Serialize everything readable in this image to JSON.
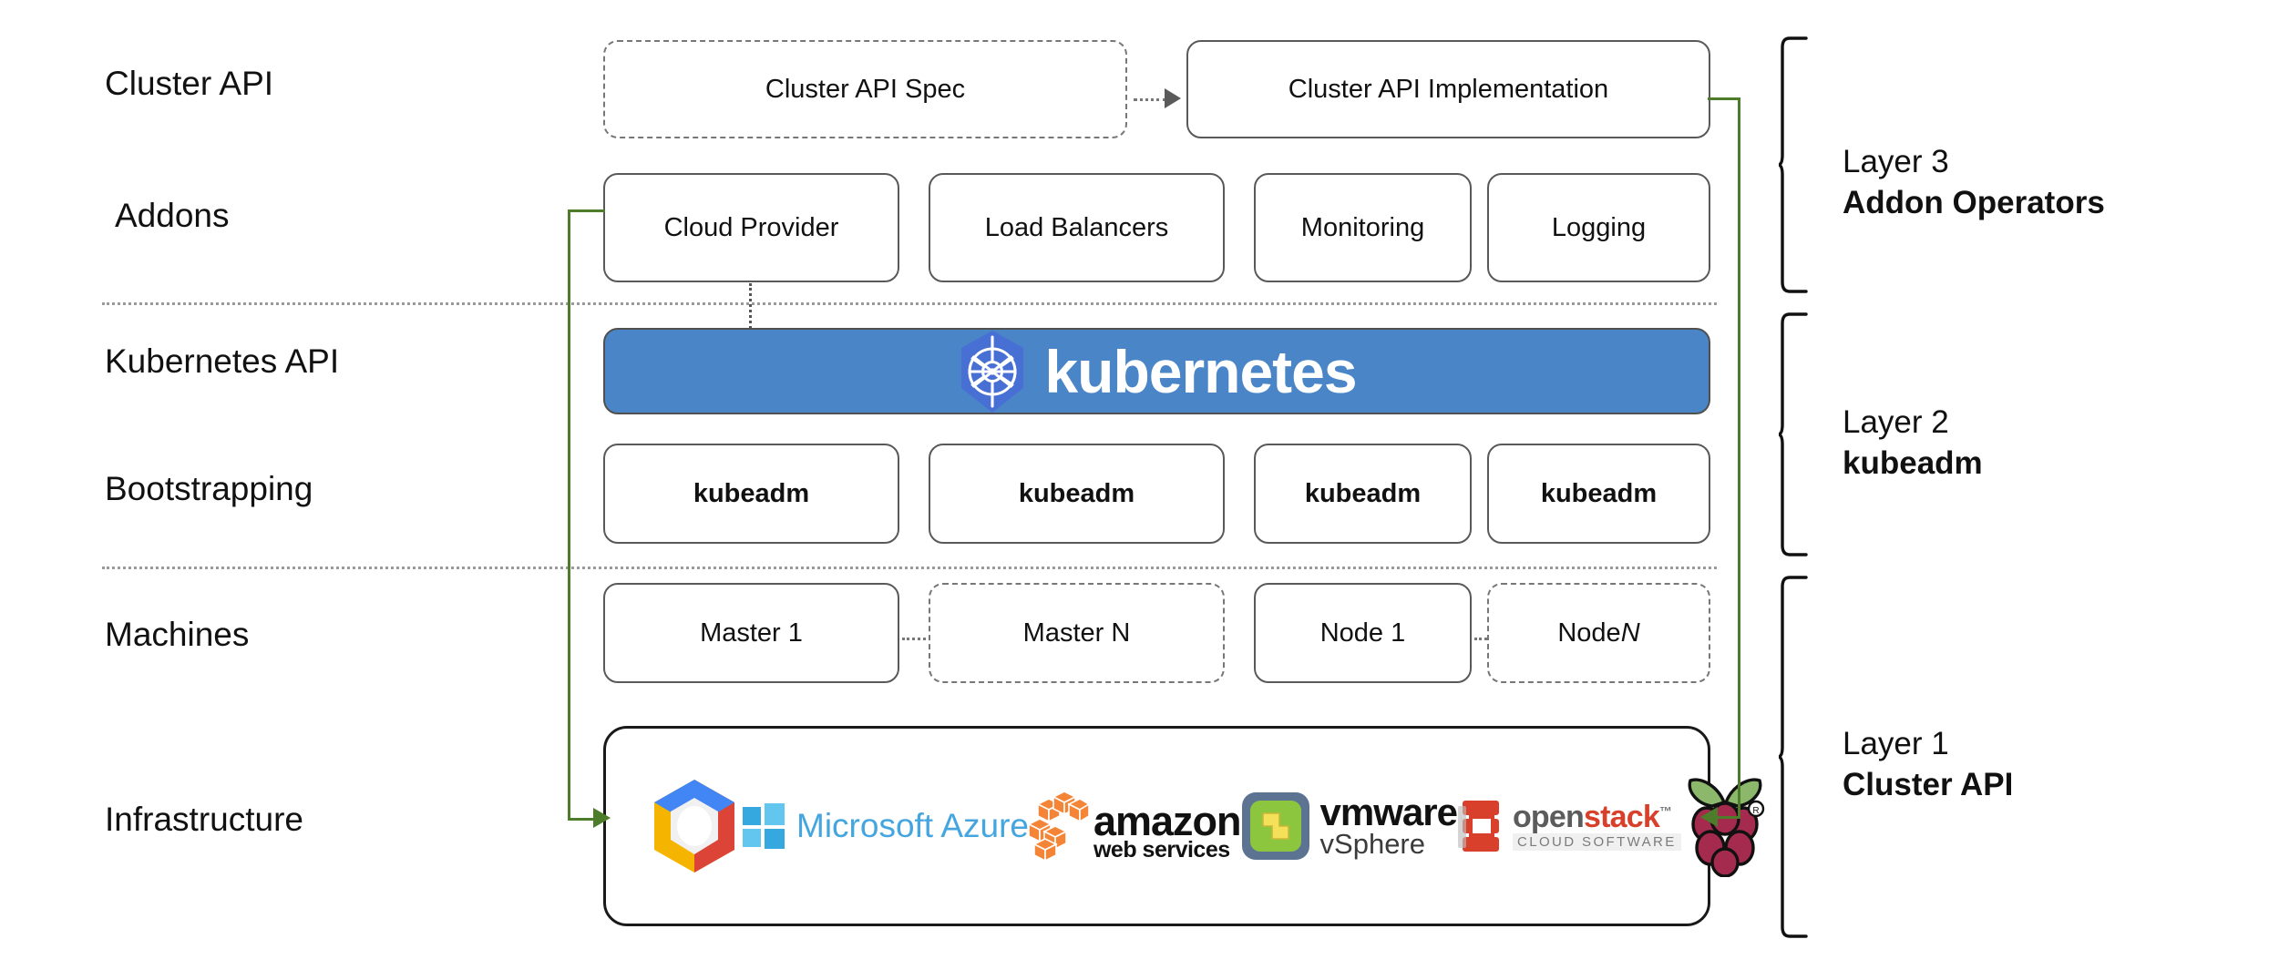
{
  "diagram": {
    "title": "Kubernetes Cluster API layered architecture",
    "accent_green": "#4d7c2a",
    "k8s_blue": "#4a85c8",
    "k8s_mark_blue": "#476fd4"
  },
  "row_labels": [
    {
      "id": "cluster-api",
      "text": "Cluster API"
    },
    {
      "id": "addons",
      "text": "Addons"
    },
    {
      "id": "kubernetes-api",
      "text": "Kubernetes API"
    },
    {
      "id": "bootstrapping",
      "text": "Bootstrapping"
    },
    {
      "id": "machines",
      "text": "Machines"
    },
    {
      "id": "infrastructure",
      "text": "Infrastructure"
    }
  ],
  "cluster_api_row": {
    "spec": "Cluster API Spec",
    "implementation": "Cluster API Implementation"
  },
  "addons_row": [
    {
      "label": "Cloud Provider"
    },
    {
      "label": "Load Balancers"
    },
    {
      "label": "Monitoring"
    },
    {
      "label": "Logging"
    }
  ],
  "kubernetes_banner": {
    "wordmark": "kubernetes",
    "logo_name": "kubernetes-helm-wheel"
  },
  "bootstrapping_row": [
    {
      "label": "kubeadm"
    },
    {
      "label": "kubeadm"
    },
    {
      "label": "kubeadm"
    },
    {
      "label": "kubeadm"
    }
  ],
  "machines_row": [
    {
      "label": "Master 1",
      "style": "solid",
      "italic_suffix": ""
    },
    {
      "label": "Master N",
      "style": "dashed",
      "italic_suffix": ""
    },
    {
      "label": "Node 1",
      "style": "solid",
      "italic_suffix": ""
    },
    {
      "label": "Node ",
      "style": "dashed",
      "italic_suffix": "N"
    }
  ],
  "infrastructure_logos": [
    {
      "name": "google-cloud-platform-logo",
      "text": ""
    },
    {
      "name": "microsoft-azure-logo",
      "text": "Microsoft Azure"
    },
    {
      "name": "amazon-web-services-logo",
      "text": "amazon",
      "subtext": "web services"
    },
    {
      "name": "vmware-vsphere-logo",
      "text": "vmware",
      "subtext": "vSphere"
    },
    {
      "name": "openstack-logo",
      "text": "openstack",
      "subtext": "CLOUD SOFTWARE"
    },
    {
      "name": "raspberry-pi-logo",
      "text": ""
    }
  ],
  "layers": [
    {
      "number": "Layer 3",
      "name": "Addon Operators"
    },
    {
      "number": "Layer 2",
      "name": "kubeadm"
    },
    {
      "number": "Layer 1",
      "name": "Cluster API"
    }
  ]
}
